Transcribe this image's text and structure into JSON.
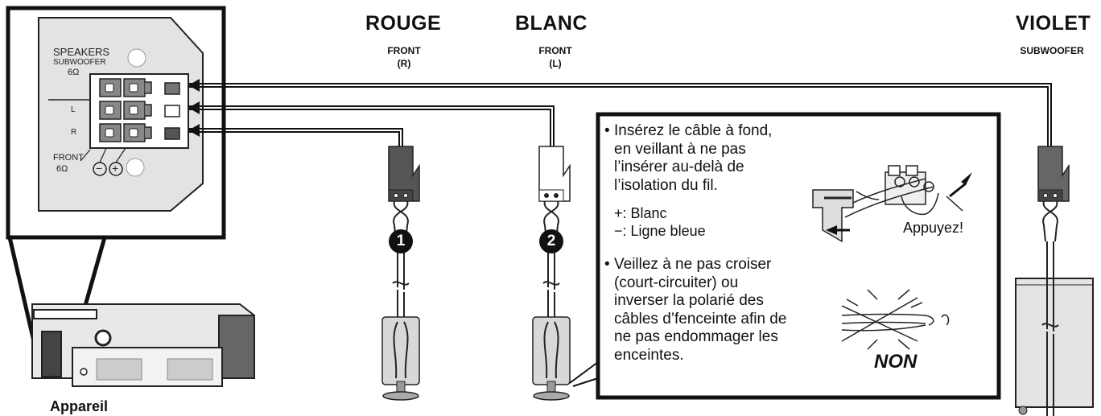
{
  "colors": {
    "red_terminal": "#555555",
    "white_terminal": "#ffffff",
    "violet_terminal": "#666666",
    "panel_fill": "#e3e3e3",
    "outline": "#111111"
  },
  "channels": [
    {
      "color_word": "ROUGE",
      "position_label": "FRONT",
      "side_label": "(R)",
      "marker": "1"
    },
    {
      "color_word": "BLANC",
      "position_label": "FRONT",
      "side_label": "(L)",
      "marker": "2"
    },
    {
      "color_word": "VIOLET",
      "position_label": "SUBWOOFER",
      "side_label": ""
    }
  ],
  "panel": {
    "speakers": "SPEAKERS",
    "subwoofer": "SUBWOOFER",
    "sub_ohm": "6Ω",
    "row_l": "L",
    "row_r": "R",
    "front": "FRONT",
    "front_ohm": "6Ω",
    "minus": "−",
    "plus": "+"
  },
  "unit_label": "Appareil",
  "instructions": {
    "tip1": [
      "Insérez le câble à fond,",
      "en veillant à ne pas",
      "l’insérer au-delà de",
      "l’isolation du fil."
    ],
    "polarity_plus": "+: Blanc",
    "polarity_minus": "−: Ligne bleue",
    "press_label": "Appuyez!",
    "tip2": [
      "Veillez à ne pas croiser",
      "(court-circuiter) ou",
      "inverser la polarié des",
      "câbles d’fenceinte afin de",
      "ne pas endommager les",
      "enceintes."
    ],
    "no_label": "NON"
  },
  "icons": [
    "speaker-terminal-panel",
    "main-unit",
    "speaker-plug",
    "speaker-stand",
    "subwoofer",
    "number-marker",
    "wire-insert-illustration",
    "crossed-wires-illustration"
  ]
}
